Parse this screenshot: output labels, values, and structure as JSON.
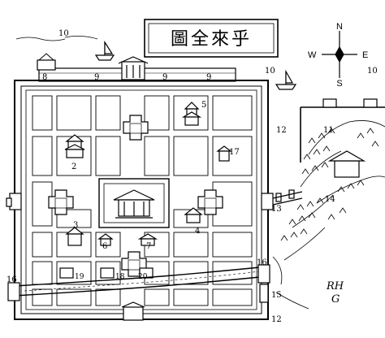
{
  "title": "圖全來乎",
  "compass": {
    "north": "N",
    "south": "S",
    "east": "E",
    "west": "W"
  },
  "signature": [
    "RH",
    "G"
  ],
  "labels": {
    "n2": "2",
    "n3": "3",
    "n4": "4",
    "n5": "5",
    "n6": "6",
    "n7": "7",
    "n8": "8",
    "n9a": "9",
    "n9b": "9",
    "n9c": "9",
    "n10a": "10",
    "n10b": "10",
    "n10c": "10",
    "n11": "11",
    "n12": "12",
    "n13": "13",
    "n14": "14",
    "n15": "15",
    "n16a": "16",
    "n16b": "16",
    "n17": "17",
    "n18": "18",
    "n19": "19",
    "n20": "20"
  }
}
